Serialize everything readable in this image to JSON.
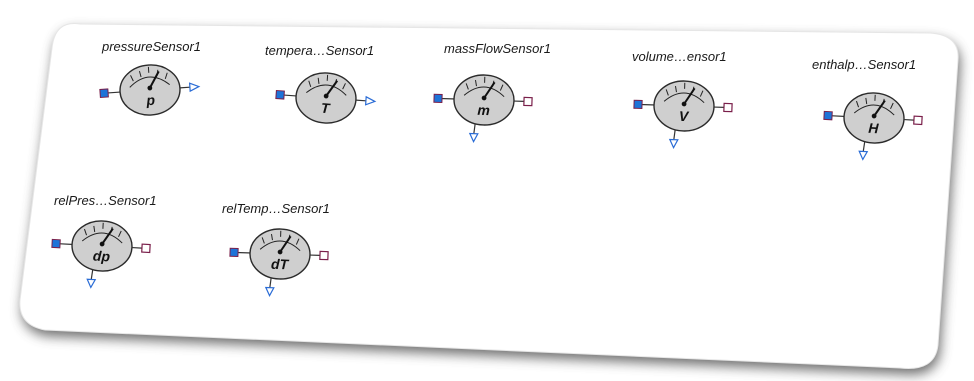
{
  "sensors": [
    {
      "label": "pressureSensor1",
      "symbol": "p",
      "output": "right"
    },
    {
      "label": "tempera…Sensor1",
      "symbol": "T",
      "output": "right"
    },
    {
      "label": "massFlowSensor1",
      "symbol": "m",
      "output": "bottom"
    },
    {
      "label": "volume…ensor1",
      "symbol": "V",
      "output": "bottom"
    },
    {
      "label": "enthalp…Sensor1",
      "symbol": "H",
      "output": "bottom"
    },
    {
      "label": "relPres…Sensor1",
      "symbol": "dp",
      "output": "bottom"
    },
    {
      "label": "relTemp…Sensor1",
      "symbol": "dT",
      "output": "bottom"
    }
  ],
  "colors": {
    "panel": "#ffffff",
    "panel_shadow": "#6b6b6b",
    "dial_fill": "#cfcfcf",
    "dial_stroke": "#2b2b2b",
    "port_blue": "#1e73d8",
    "port_outline": "#7a1f4a",
    "output_arrow": "#2a6cd6"
  }
}
